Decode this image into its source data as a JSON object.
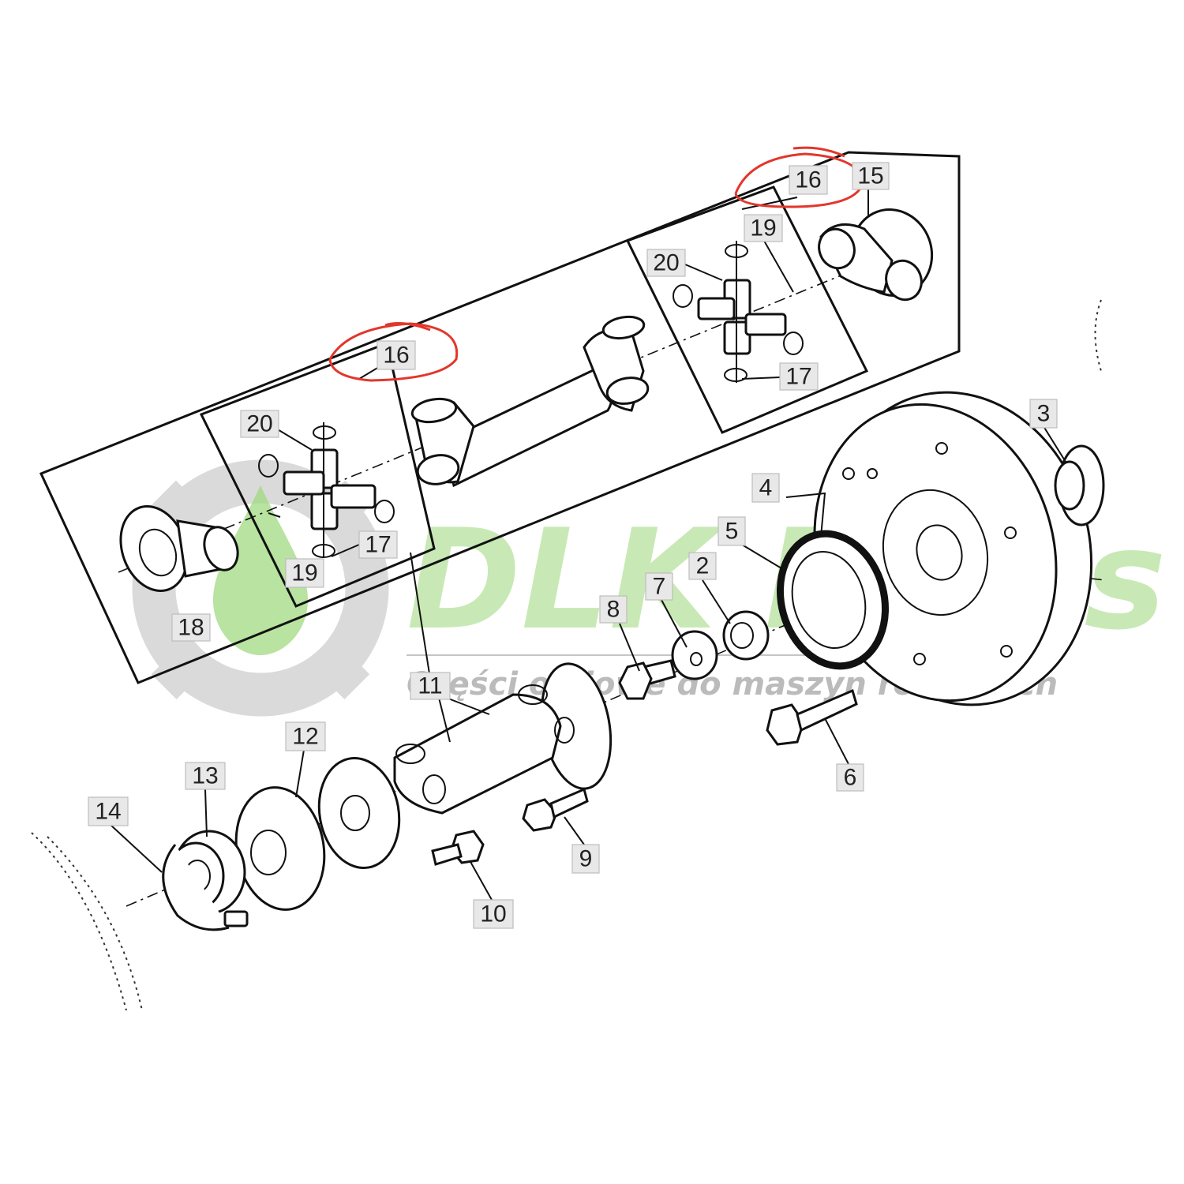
{
  "watermark": {
    "brand": "DLK Parts",
    "tagline": "Części olejowe do maszyn rolniczych",
    "colors": {
      "brand_green": "#8fd16a",
      "brand_gray": "#c9c9c9",
      "tagline_gray": "#9a9a9a"
    }
  },
  "callouts": {
    "c2": "2",
    "c3": "3",
    "c4": "4",
    "c5": "5",
    "c6": "6",
    "c7": "7",
    "c8": "8",
    "c9": "9",
    "c10": "10",
    "c11": "11",
    "c12": "12",
    "c13": "13",
    "c14": "14",
    "c15": "15",
    "c16_left": "16",
    "c16_right": "16",
    "c17_left": "17",
    "c17_right": "17",
    "c18": "18",
    "c19_left": "19",
    "c19_right": "19",
    "c20_left": "20",
    "c20_right": "20"
  },
  "highlight_color": "#e3362b"
}
